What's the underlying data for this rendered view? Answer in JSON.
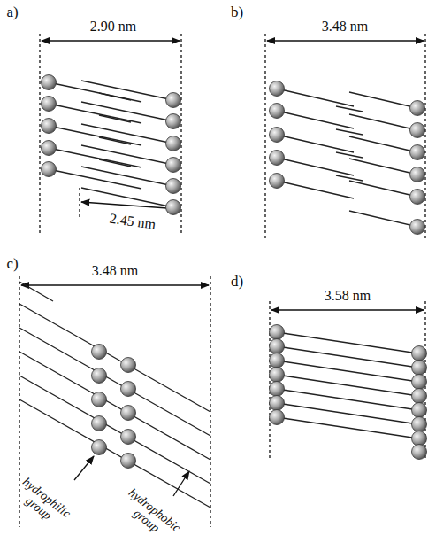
{
  "diagram": {
    "labels": [
      "a)",
      "2.90 nm",
      "2.45 nm",
      "b)",
      "3.48 nm",
      "c)",
      "3.48 nm",
      "hydrophilic group",
      "hydrophobic group",
      "d)",
      "3.58 nm"
    ]
  }
}
